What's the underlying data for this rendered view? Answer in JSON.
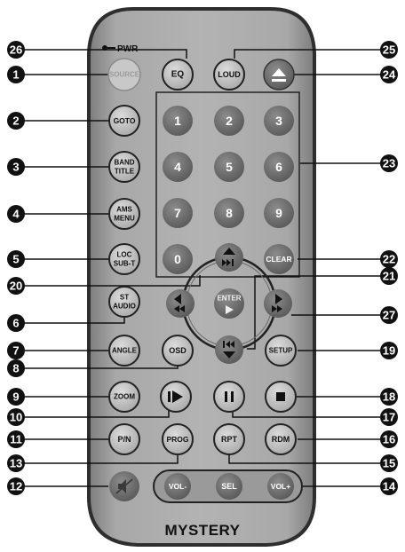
{
  "brand": "MYSTERY",
  "power_indicator": "PWR",
  "buttons": {
    "source": "SOURCE",
    "eq": "EQ",
    "loud": "LOUD",
    "goto": "GOTO",
    "band_title_line1": "BAND",
    "band_title_line2": "TITLE",
    "ams_menu_line1": "AMS",
    "ams_menu_line2": "MENU",
    "loc_subt_line1": "LOC",
    "loc_subt_line2": "SUB-T",
    "st_audio_line1": "ST",
    "st_audio_line2": "AUDIO",
    "angle": "ANGLE",
    "osd": "OSD",
    "setup": "SETUP",
    "zoom": "ZOOM",
    "pn": "P/N",
    "prog": "PROG",
    "rpt": "RPT",
    "rdm": "RDM",
    "clear": "CLEAR",
    "enter": "ENTER",
    "vol_minus": "VOL-",
    "sel": "SEL",
    "vol_plus": "VOL+",
    "digits": [
      "1",
      "2",
      "3",
      "4",
      "5",
      "6",
      "7",
      "8",
      "9",
      "0"
    ]
  },
  "callouts": [
    "1",
    "2",
    "3",
    "4",
    "5",
    "6",
    "7",
    "8",
    "9",
    "10",
    "11",
    "12",
    "13",
    "14",
    "15",
    "16",
    "17",
    "18",
    "19",
    "20",
    "21",
    "22",
    "23",
    "24",
    "25",
    "26",
    "27"
  ],
  "colors": {
    "body": "#a9a9a9",
    "body_edge": "#3a3a3a",
    "button_light": "#c4c4c4",
    "button_dark": "#6f6f6f",
    "callout": "#111111"
  }
}
